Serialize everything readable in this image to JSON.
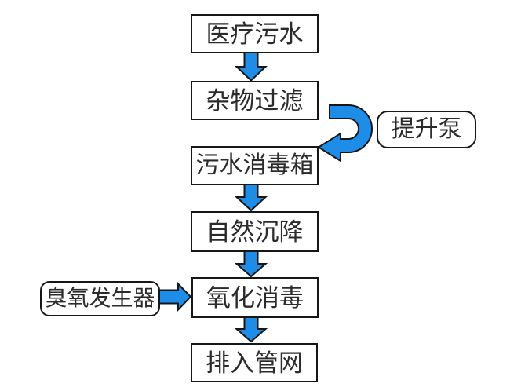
{
  "diagram": {
    "type": "flowchart",
    "language": "zh-CN",
    "main_nodes": [
      {
        "label": "医疗污水"
      },
      {
        "label": "杂物过滤"
      },
      {
        "label": "污水消毒箱"
      },
      {
        "label": "自然沉降"
      },
      {
        "label": "氧化消毒"
      },
      {
        "label": "排入管网"
      }
    ],
    "side_nodes": [
      {
        "label": "提升泵"
      },
      {
        "label": "臭氧发生器"
      }
    ],
    "edges": [
      {
        "from": "医疗污水",
        "to": "杂物过滤",
        "connector": "straight-down-arrow"
      },
      {
        "from": "杂物过滤",
        "to": "污水消毒箱",
        "via": "提升泵",
        "connector": "u-turn-curved-arrow"
      },
      {
        "from": "污水消毒箱",
        "to": "自然沉降",
        "connector": "straight-down-arrow"
      },
      {
        "from": "自然沉降",
        "to": "氧化消毒",
        "connector": "straight-down-arrow"
      },
      {
        "from": "臭氧发生器",
        "to": "氧化消毒",
        "connector": "right-arrow"
      },
      {
        "from": "氧化消毒",
        "to": "排入管网",
        "connector": "straight-down-arrow"
      }
    ],
    "colors": {
      "arrow_fill": "#1e8de8",
      "node_border": "#161616",
      "node_fill": "#ffffff",
      "background": "#ffffff"
    }
  }
}
